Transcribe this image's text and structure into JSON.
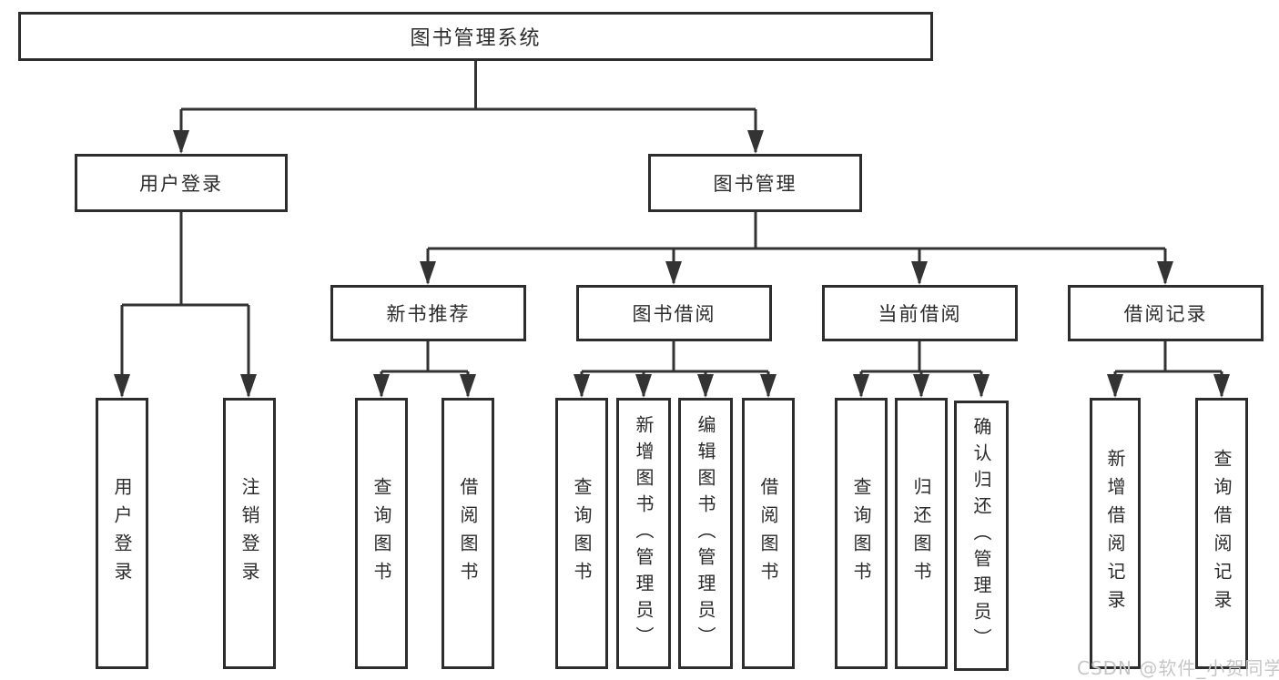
{
  "tree": {
    "label": "图书管理系统",
    "children": [
      {
        "label": "用户登录",
        "children": [
          {
            "label": "用户登录"
          },
          {
            "label": "注销登录"
          }
        ]
      },
      {
        "label": "图书管理",
        "children": [
          {
            "label": "新书推荐",
            "children": [
              {
                "label": "查询图书"
              },
              {
                "label": "借阅图书"
              }
            ]
          },
          {
            "label": "图书借阅",
            "children": [
              {
                "label": "查询图书"
              },
              {
                "label": "新增图书（管理员）"
              },
              {
                "label": "编辑图书（管理员）"
              },
              {
                "label": "借阅图书"
              }
            ]
          },
          {
            "label": "当前借阅",
            "children": [
              {
                "label": "查询图书"
              },
              {
                "label": "归还图书"
              },
              {
                "label": "确认归还（管理员）"
              }
            ]
          },
          {
            "label": "借阅记录",
            "children": [
              {
                "label": "新增借阅记录"
              },
              {
                "label": "查询借阅记录"
              }
            ]
          }
        ]
      }
    ]
  },
  "watermark": "CSDN @软件_小贺同学",
  "colors": {
    "line": "#333333",
    "box_border": "#2d2d2d",
    "text": "#2b2b2b",
    "watermark": "#c6c6c6",
    "background": "#ffffff"
  }
}
